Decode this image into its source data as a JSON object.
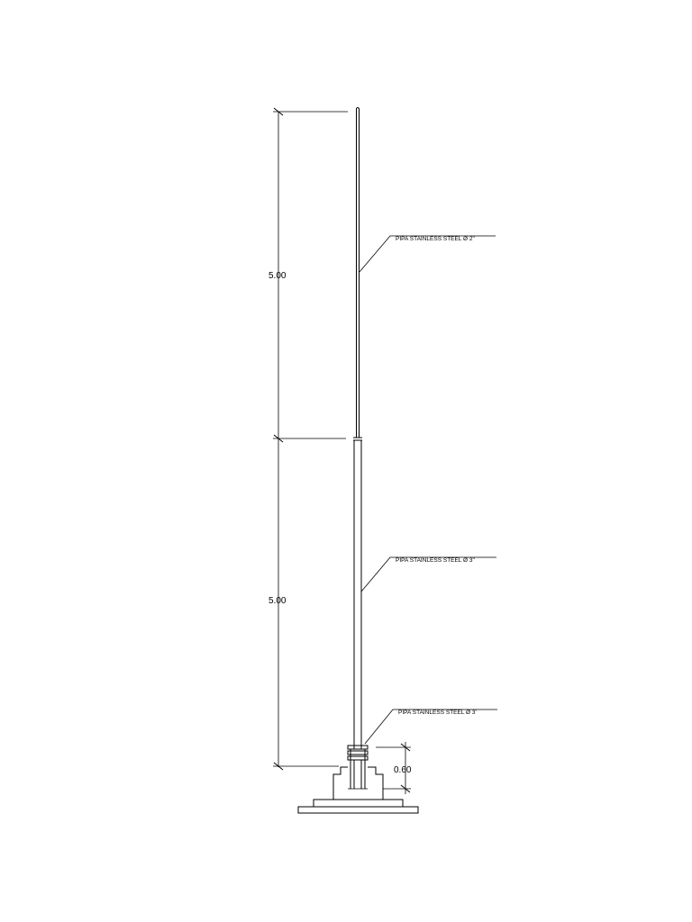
{
  "dimensions": {
    "upper_height": "5.00",
    "lower_height": "5.00",
    "base_height": "0.60"
  },
  "callouts": {
    "upper_pipe": "PIPA STAINLESS STEEL Ø 2\"",
    "lower_pipe": "PIPA STAINLESS STEEL Ø 3\"",
    "base_pipe": "PIPA STAINLESS STEEL Ø 3'"
  },
  "colors": {
    "line": "#000000",
    "background": "#ffffff"
  }
}
